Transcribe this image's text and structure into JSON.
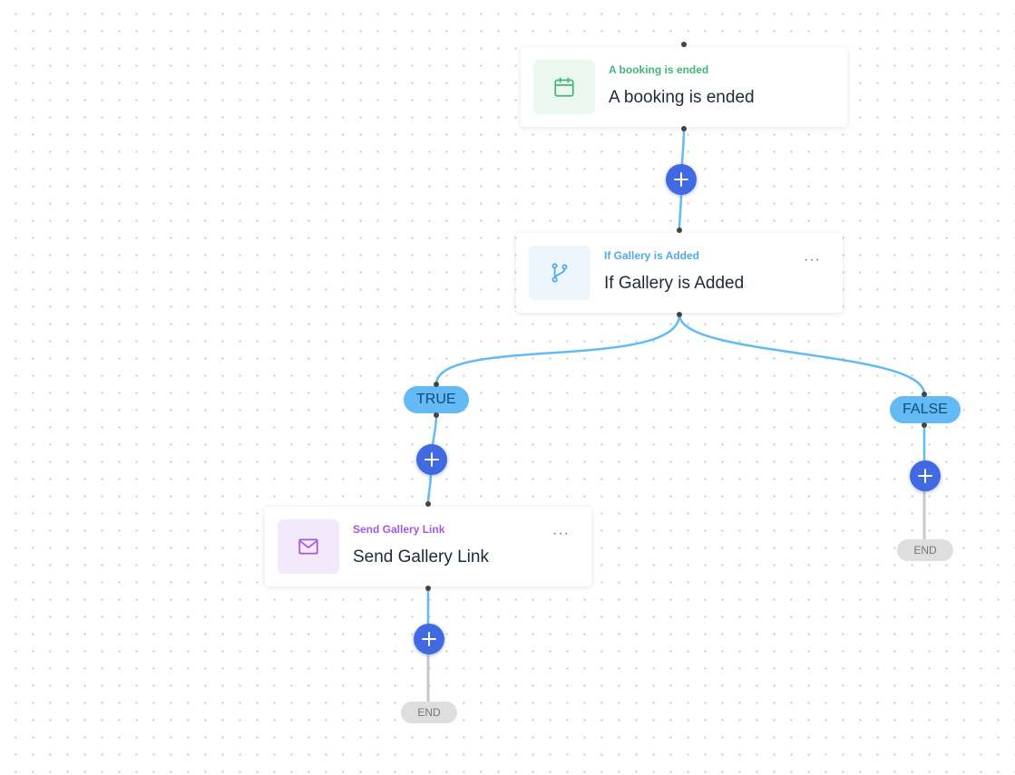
{
  "workflow": {
    "trigger": {
      "kicker": "A booking is ended",
      "title": "A booking is ended",
      "icon": "calendar-icon",
      "accent": "#3fb874"
    },
    "condition": {
      "kicker": "If Gallery is Added",
      "title": "If Gallery is Added",
      "icon": "branch-icon",
      "accent": "#52a8e8",
      "menu": "···"
    },
    "branches": {
      "true_label": "TRUE",
      "false_label": "FALSE"
    },
    "action": {
      "kicker": "Send Gallery Link",
      "title": "Send Gallery Link",
      "icon": "mail-icon",
      "accent": "#a25bd6",
      "menu": "···"
    },
    "end_label": "END",
    "add_step_icon": "plus-icon"
  },
  "colors": {
    "connector": "#64baf5",
    "end_connector": "#c8c8c8",
    "add_button": "#4169e1",
    "branch_pill": "#64baf5"
  }
}
